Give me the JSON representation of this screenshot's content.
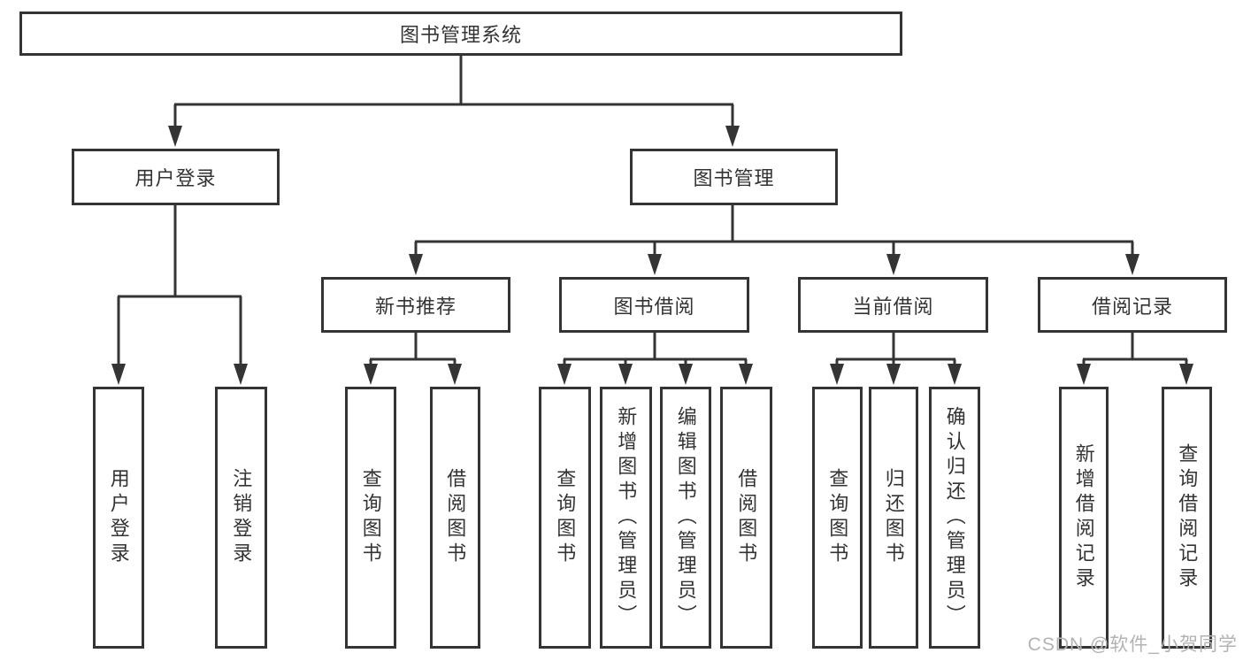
{
  "tree": {
    "root": {
      "label": "图书管理系统"
    },
    "branches": [
      {
        "label": "用户登录",
        "children": [
          {
            "label": "用户登录"
          },
          {
            "label": "注销登录"
          }
        ]
      },
      {
        "label": "图书管理",
        "children": [
          {
            "label": "新书推荐",
            "children": [
              {
                "label": "查询图书"
              },
              {
                "label": "借阅图书"
              }
            ]
          },
          {
            "label": "图书借阅",
            "children": [
              {
                "label": "查询图书"
              },
              {
                "label": "新增图书（管理员）"
              },
              {
                "label": "编辑图书（管理员）"
              },
              {
                "label": "借阅图书"
              }
            ]
          },
          {
            "label": "当前借阅",
            "children": [
              {
                "label": "查询图书"
              },
              {
                "label": "归还图书"
              },
              {
                "label": "确认归还（管理员）"
              }
            ]
          },
          {
            "label": "借阅记录",
            "children": [
              {
                "label": "新增借阅记录"
              },
              {
                "label": "查询借阅记录"
              }
            ]
          }
        ]
      }
    ]
  },
  "watermark": {
    "text": "CSDN @软件_小贺同学"
  },
  "colors": {
    "line": "#343434",
    "text": "#333333",
    "watermark": "#b3b3b3",
    "background": "#ffffff"
  }
}
